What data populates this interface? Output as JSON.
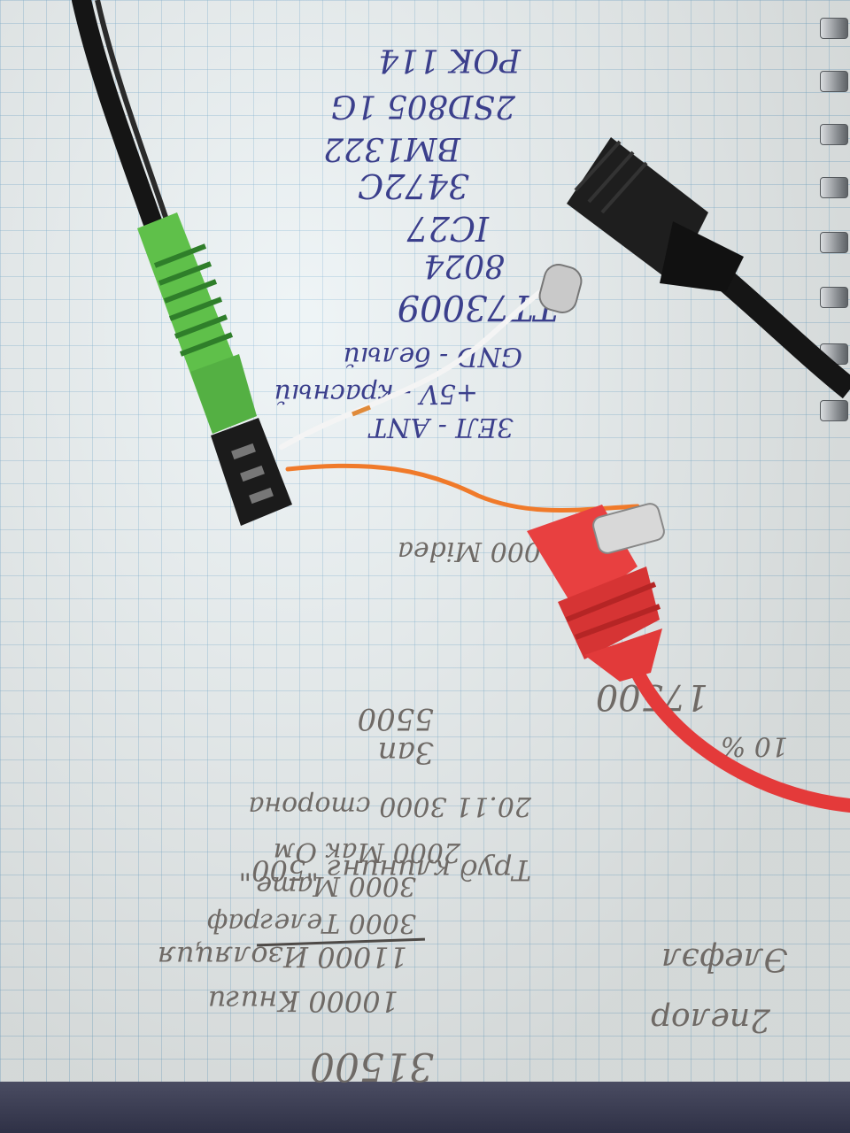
{
  "ink_notes": [
    "POK 114",
    "2SD805 1G",
    "BM1322",
    "3472C",
    "IC27",
    "8024",
    "TT73009",
    "GND - белый",
    "+5V - красный",
    "ЗЕЛ - ANT"
  ],
  "pencil_notes": [
    "1000 Midea",
    "10 %",
    "17500",
    "Зап",
    "5500",
    "20.11 3000 сторона",
    "2000 Мак Ом",
    "3000 Мате",
    "3000 Телеграф",
    "Труд клининг \"500\"",
    "11000 Изоляция",
    "Элефэл",
    "10000 Книги",
    "2пелор",
    "31500"
  ],
  "colors": {
    "paper": "#e6eff2",
    "grid": "#60a0c8",
    "ink": "#3b3f8c",
    "pencil": "#6f6a66",
    "green_plug": "#5fc04a",
    "red_plug": "#e43a3a",
    "black_cable": "#151515",
    "orange_wire": "#f07a2a"
  }
}
